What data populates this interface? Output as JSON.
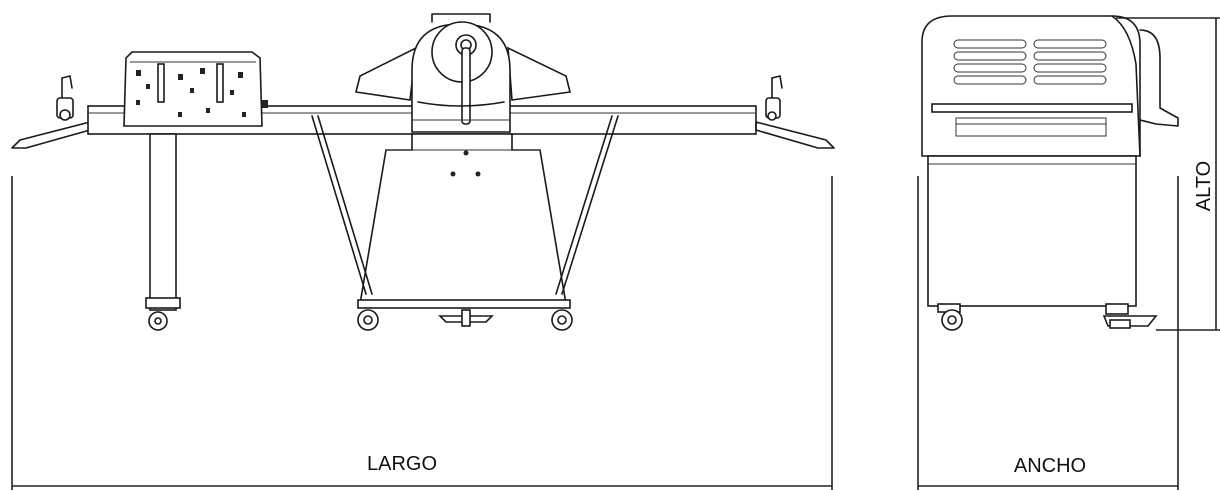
{
  "dimensions": {
    "length_label": "LARGO",
    "width_label": "ANCHO",
    "height_label": "ALTO"
  }
}
